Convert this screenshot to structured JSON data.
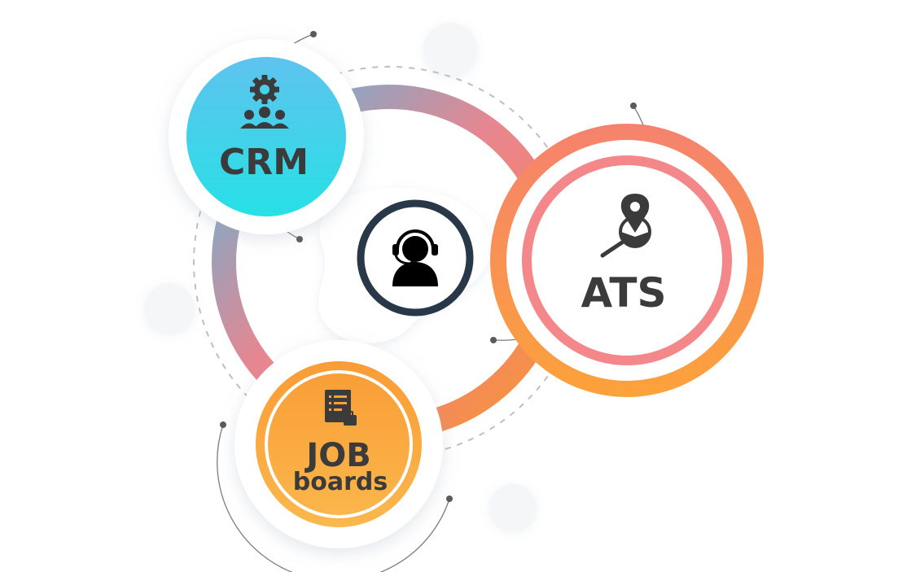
{
  "diagram": {
    "center": {
      "icon": "headset-agent-icon"
    },
    "nodes": [
      {
        "id": "crm",
        "label": "CRM",
        "sublabel": "",
        "icon": "team-gear-icon",
        "color": "#3fd3e8"
      },
      {
        "id": "ats",
        "label": "ATS",
        "sublabel": "",
        "icon": "location-search-icon",
        "color": "#f5846f"
      },
      {
        "id": "job-boards",
        "label": "JOB",
        "sublabel": "boards",
        "icon": "job-list-icon",
        "color": "#f9a13c"
      }
    ],
    "colors": {
      "ring_blue": "#5ab7dc",
      "ring_pink": "#ee7d7d",
      "ring_orange": "#f69a32",
      "hub_border": "#283848",
      "text": "#3b3b3b",
      "icon": "#3b3b3b"
    }
  }
}
